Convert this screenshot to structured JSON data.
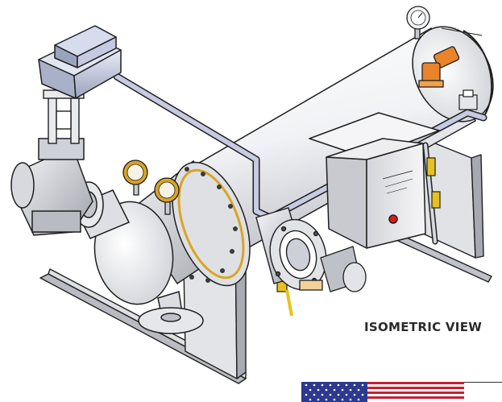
{
  "view_label": "ISOMETRIC VIEW",
  "colors": {
    "steel": "#e7e8ec",
    "steel_shadow": "#a8aab2",
    "outline": "#1f1f1f",
    "pipe": "#c6cbe2",
    "gauge_brass": "#d9a426",
    "relief_valve": "#e8842a",
    "yellow_valve": "#e8c21c",
    "indicator_red": "#d81b1b",
    "flag_blue": "#2b3a8f",
    "flag_red": "#c8202f"
  },
  "icons": [
    "control-valve-actuator",
    "pressure-gauge",
    "relief-valve",
    "control-panel",
    "us-flag"
  ]
}
